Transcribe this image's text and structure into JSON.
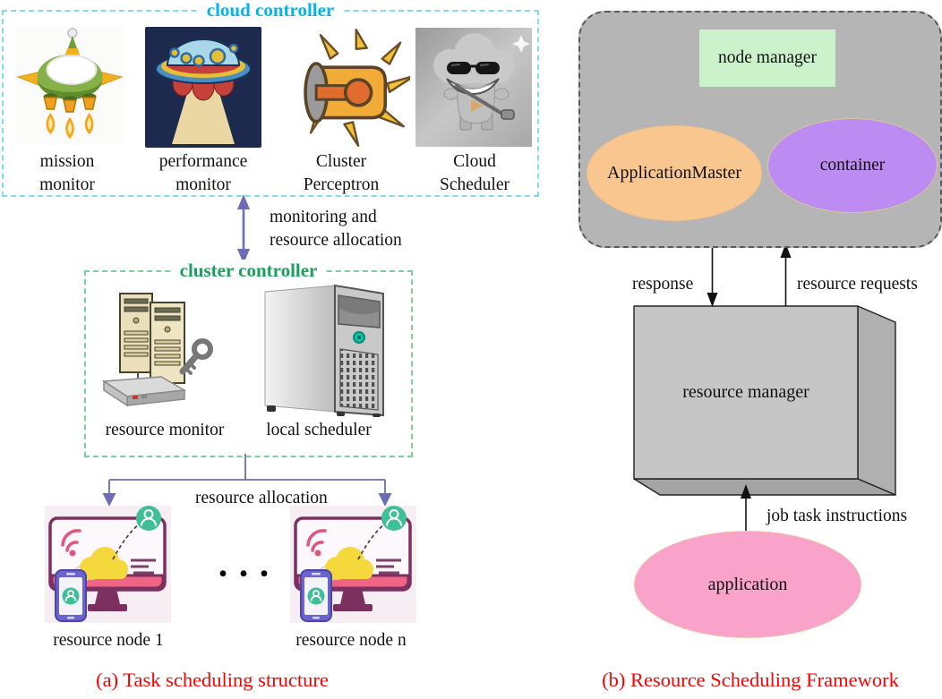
{
  "panel_a": {
    "caption": "(a) Task scheduling structure",
    "cloud_controller": {
      "title": "cloud controller",
      "items": [
        {
          "line1": "mission",
          "line2": "monitor",
          "icon": "mission-monitor-icon"
        },
        {
          "line1": "performance",
          "line2": "monitor",
          "icon": "ufo-icon"
        },
        {
          "line1": "Cluster",
          "line2": "Perceptron",
          "icon": "satellite-icon"
        },
        {
          "line1": "Cloud",
          "line2": "Scheduler",
          "icon": "cloud-character-icon"
        }
      ]
    },
    "link_label_line1": "monitoring and",
    "link_label_line2": "resource allocation",
    "cluster_controller": {
      "title": "cluster controller",
      "items": [
        {
          "label": "resource monitor",
          "icon": "server-towers-key-icon"
        },
        {
          "label": "local scheduler",
          "icon": "tower-server-icon"
        }
      ]
    },
    "allocation_label": "resource allocation",
    "ellipsis": "• • •",
    "nodes": [
      {
        "label": "resource node 1",
        "icon": "workstation-icon"
      },
      {
        "label": "resource node n",
        "icon": "workstation-icon"
      }
    ]
  },
  "panel_b": {
    "caption": "(b) Resource Scheduling Framework",
    "node_manager_label": "node manager",
    "application_master_label": "ApplicationMaster",
    "container_label": "container",
    "response_label": "response",
    "resource_requests_label": "resource requests",
    "resource_manager_label": "resource manager",
    "job_instructions_label": "job task instructions",
    "application_label": "application"
  },
  "colors": {
    "cloud_controller_accent": "#00b4f0",
    "cloud_controller_border": "#7fdcf2",
    "cluster_controller_accent": "#18a05c",
    "cluster_controller_border": "#77d398",
    "caption_red": "#fe0000",
    "arrow_purple": "#6c6cb8",
    "arrow_black": "#111111",
    "framework_container_fill": "#b5b5b5",
    "node_manager_fill": "#ccf2cb",
    "application_master_fill": "#f9c68f",
    "container_fill": "#bd8cf2",
    "application_fill": "#f9a2ca",
    "resource_manager_fill": "#c6c6c6"
  }
}
